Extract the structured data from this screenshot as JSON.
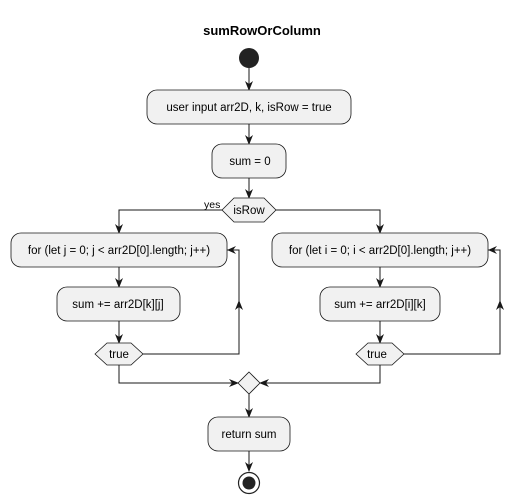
{
  "title": "sumRowOrColumn",
  "nodes": {
    "input": "user input arr2D, k, isRow = true",
    "init_sum": "sum =  0",
    "decision": "isRow",
    "decision_yes": "yes",
    "loop_left": "for (let j = 0; j < arr2D[0].length; j++)",
    "body_left": "sum += arr2D[k][j]",
    "cond_left": "true",
    "loop_right": "for (let i = 0; i < arr2D[0].length; j++)",
    "body_right": "sum += arr2D[i][k]",
    "cond_right": "true",
    "return": "return sum"
  },
  "colors": {
    "node_fill": "#f1f1f1",
    "stroke": "#181818"
  }
}
